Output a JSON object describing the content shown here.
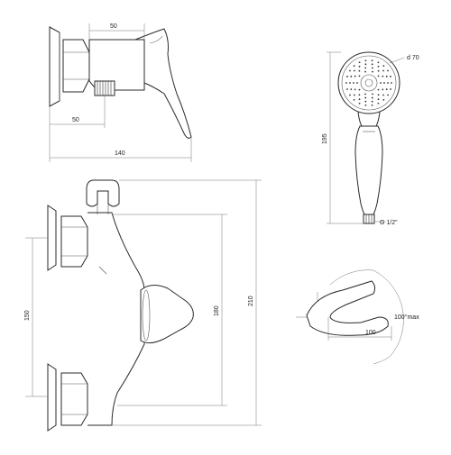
{
  "dimensions": {
    "top_width": "50",
    "side_offset": "50",
    "total_length": "140",
    "head_diameter": "d 70",
    "shower_length": "195",
    "hose_thread": "G 1/2\"",
    "inlet_spacing": "150",
    "center_height": "180",
    "total_height": "210",
    "rotation": "100°max",
    "handle_reach": "100"
  }
}
